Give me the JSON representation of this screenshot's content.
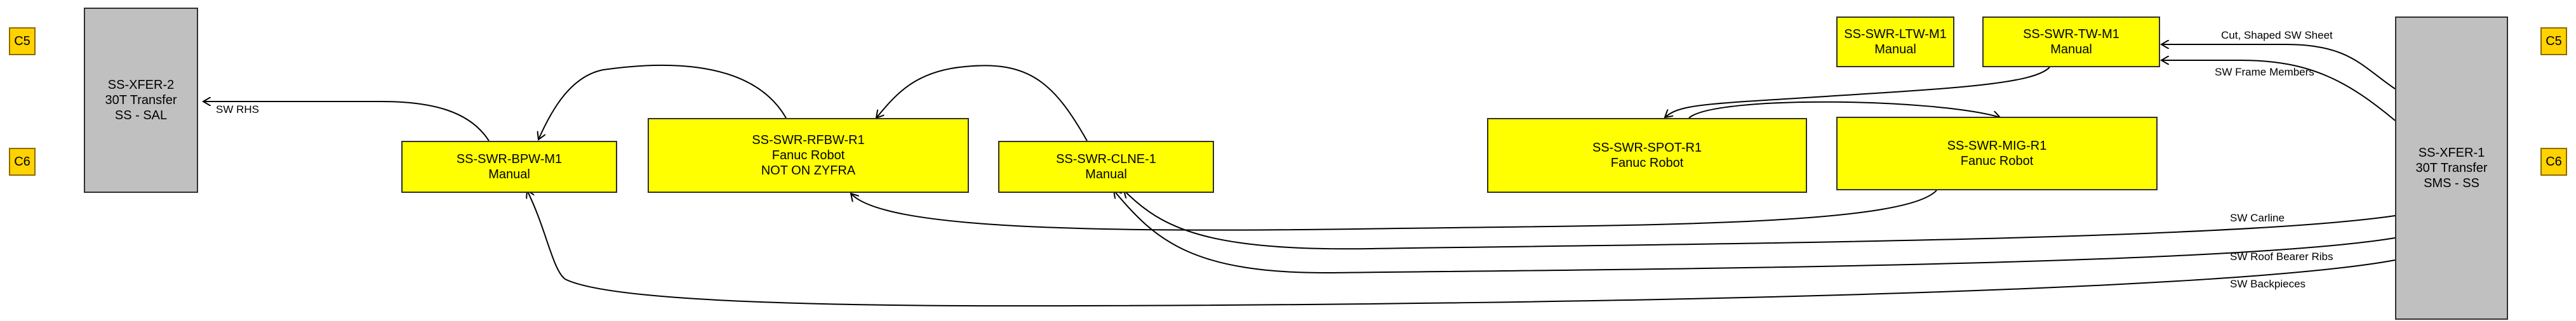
{
  "tags": {
    "left_top": "C5",
    "left_bottom": "C6",
    "right_top": "C5",
    "right_bottom": "C6"
  },
  "nodes": {
    "xfer2": {
      "line1": "SS-XFER-2",
      "line2": "30T Transfer",
      "line3": "SS - SAL",
      "color": "#c0c0c0"
    },
    "bpw": {
      "line1": "SS-SWR-BPW-M1",
      "line2": "Manual",
      "color": "#ffff00"
    },
    "rfbw": {
      "line1": "SS-SWR-RFBW-R1",
      "line2": "Fanuc Robot",
      "line3": "NOT ON ZYFRA",
      "color": "#ffff00"
    },
    "clne": {
      "line1": "SS-SWR-CLNE-1",
      "line2": "Manual",
      "color": "#ffff00"
    },
    "spot": {
      "line1": "SS-SWR-SPOT-R1",
      "line2": "Fanuc Robot",
      "color": "#ffff00"
    },
    "mig": {
      "line1": "SS-SWR-MIG-R1",
      "line2": "Fanuc Robot",
      "color": "#ffff00"
    },
    "ltw": {
      "line1": "SS-SWR-LTW-M1",
      "line2": "Manual",
      "color": "#ffff00"
    },
    "tw": {
      "line1": "SS-SWR-TW-M1",
      "line2": "Manual",
      "color": "#ffff00"
    },
    "xfer1": {
      "line1": "SS-XFER-1",
      "line2": "30T Transfer",
      "line3": "SMS - SS",
      "color": "#c0c0c0"
    }
  },
  "edge_labels": {
    "sw_rhs": "SW RHS",
    "cut_shaped": "Cut, Shaped SW Sheet",
    "frame_members": "SW Frame Members",
    "carline": "SW Carline",
    "roof_bearer": "SW Roof Bearer Ribs",
    "backpieces": "SW Backpieces"
  }
}
